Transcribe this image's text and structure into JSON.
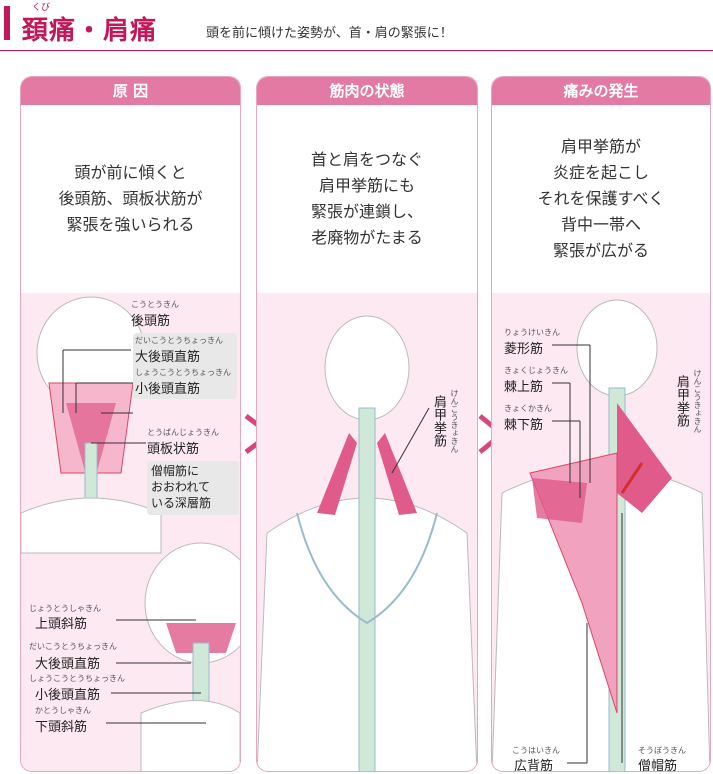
{
  "header": {
    "title": "頚痛・肩痛",
    "title_ruby": "くび",
    "subtitle": "頭を前に傾けた姿勢が、首・肩の緊張に！"
  },
  "panels": [
    {
      "head": "原 因",
      "text": "頭が前に傾くと\n後頭筋、頭板状筋が\n緊張を強いられる",
      "labels": {
        "l1_furi": "こうとうきん",
        "l1": "後頭筋",
        "l2_furi": "だいこうとうちょっきん",
        "l2": "大後頭直筋",
        "l3_furi": "しょうこうとうちょっきん",
        "l3": "小後頭直筋",
        "l4_furi": "とうばんじょうきん",
        "l4": "頭板状筋",
        "note": "僧帽筋に\nおおわれて\nいる深層筋",
        "l5_furi": "じょうとうしゃきん",
        "l5": "上頭斜筋",
        "l6_furi": "だいこうとうちょっきん",
        "l6": "大後頭直筋",
        "l7_furi": "しょうこうとうちょっきん",
        "l7": "小後頭直筋",
        "l8_furi": "かとうしゃきん",
        "l8": "下頭斜筋"
      }
    },
    {
      "head": "筋肉の状態",
      "text": "首と肩をつなぐ\n肩甲挙筋にも\n緊張が連鎖し、\n老廃物がたまる",
      "labels": {
        "v1": "肩甲挙筋",
        "v1_furi": "けんこうきょきん"
      }
    },
    {
      "head": "痛みの発生",
      "text": "肩甲挙筋が\n炎症を起こし\nそれを保護すべく\n背中一帯へ\n緊張が広がる",
      "labels": {
        "l1_furi": "りょうけいきん",
        "l1": "菱形筋",
        "l2_furi": "きょくじょうきん",
        "l2": "棘上筋",
        "l3_furi": "きょくかきん",
        "l3": "棘下筋",
        "v1": "肩甲挙筋",
        "v1_furi": "けんこうきょきん",
        "l4_furi": "こうはいきん",
        "l4": "広背筋",
        "l5_furi": "そうぼうきん",
        "l5": "僧帽筋"
      }
    }
  ],
  "colors": {
    "accent": "#c2185b",
    "panel_head": "#e27aa3",
    "muscle": "#e05a8a",
    "bone": "#cfe8d8",
    "bg": "#fde9f1"
  }
}
